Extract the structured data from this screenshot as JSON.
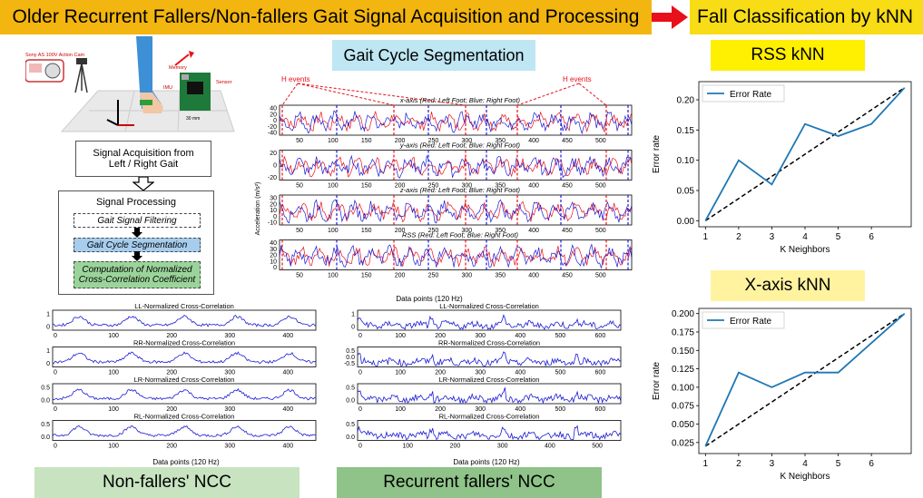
{
  "header": {
    "left_title": "Older Recurrent Fallers/Non-fallers Gait Signal Acquisition and Processing",
    "right_title": "Fall Classification by kNN"
  },
  "colors": {
    "orange": "#f3b50f",
    "yellow": "#f7dc16",
    "arrow": "#e8101a",
    "blue": "#1f77b4",
    "light_green": "#c7e3c0",
    "dark_green": "#8fc389",
    "light_blue": "#bfe6f3"
  },
  "device": {
    "camera_label": "Sony AS 100V Action Cam",
    "memory_label": "Memory",
    "imu_label": "IMU",
    "sensor_label": "Sensor",
    "dim_30mm_v": "30 mm",
    "dim_30mm_h": "30 mm"
  },
  "flow": {
    "acquisition_line1": "Signal Acquisition from",
    "acquisition_line2": "Left / Right Gait",
    "processing_title": "Signal Processing",
    "step1": "Gait Signal Filtering",
    "step2": "Gait Cycle Segmentation",
    "step3_line1": "Computation of Normalized",
    "step3_line2": "Cross-Correlation Coefficient"
  },
  "segmentation": {
    "title": "Gait Cycle Segmentation",
    "h_events": "H events",
    "ylabel": "Acceleration (m/s²)",
    "xlabel": "Data points (120 Hz)",
    "panels": [
      {
        "title": "x-axis (Red: Left Foot; Blue: Right Foot)",
        "yticks": [
          "40",
          "20",
          "0",
          "-20",
          "-40"
        ]
      },
      {
        "title": "y-axis (Red: Left Foot; Blue: Right Foot)",
        "yticks": [
          "20",
          "0",
          "-20"
        ]
      },
      {
        "title": "z-axis (Red: Left Foot; Blue: Right Foot)",
        "yticks": [
          "30",
          "20",
          "10",
          "0",
          "-10"
        ]
      },
      {
        "title": "RSS (Red: Left Foot; Blue: Right Foot)",
        "yticks": [
          "40",
          "30",
          "20",
          "10",
          "0"
        ]
      }
    ],
    "xticks": [
      "50",
      "100",
      "150",
      "200",
      "250",
      "300",
      "350",
      "400",
      "450",
      "500"
    ]
  },
  "ncc": {
    "xlabel": "Data points (120 Hz)",
    "titles": [
      "LL-Normalized Cross-Correlation",
      "RR-Normalized Cross-Correlation",
      "LR-Normalized Cross-Correlation",
      "RL-Normalized Cross-Correlation"
    ],
    "nonfallers_xticks": [
      "0",
      "100",
      "200",
      "300",
      "400"
    ],
    "fallers_xticks_top": [
      "0",
      "100",
      "200",
      "300",
      "400",
      "500",
      "600"
    ],
    "fallers_xticks_bottom": [
      "0",
      "100",
      "200",
      "300",
      "400",
      "500"
    ],
    "nonfallers_yticks": [
      [
        "1",
        "0"
      ],
      [
        "1",
        "0"
      ],
      [
        "0.5",
        "0.0"
      ],
      [
        "0.5",
        "0.0"
      ]
    ],
    "fallers_yticks": [
      [
        "1",
        "0"
      ],
      [
        "0.5",
        "0.0",
        "-0.5"
      ],
      [
        "0.5",
        "0.0"
      ],
      [
        "0.5",
        "0.0"
      ]
    ],
    "nonfallers_label": "Non-fallers' NCC",
    "fallers_label": "Recurrent fallers' NCC"
  },
  "knn": {
    "rss_title": "RSS kNN",
    "xaxis_title": "X-axis kNN",
    "legend": "Error Rate",
    "xlabel": "K Neighbors",
    "ylabel": "Error rate"
  },
  "chart_data": [
    {
      "type": "line",
      "title": "RSS kNN",
      "xlabel": "K Neighbors",
      "ylabel": "Error rate",
      "x": [
        1,
        2,
        3,
        4,
        5,
        6,
        7
      ],
      "series": [
        {
          "name": "Error Rate",
          "values": [
            0.0,
            0.1,
            0.06,
            0.16,
            0.14,
            0.16,
            0.22
          ]
        }
      ],
      "reference_line": [
        [
          1,
          0.0
        ],
        [
          7,
          0.22
        ]
      ],
      "xticks": [
        1,
        2,
        3,
        4,
        5,
        6
      ],
      "yticks": [
        0.0,
        0.05,
        0.1,
        0.15,
        0.2
      ],
      "ytick_labels": [
        "0.00",
        "0.05",
        "0.10",
        "0.15",
        "0.20"
      ],
      "xlim": [
        0.8,
        7.2
      ],
      "ylim": [
        -0.01,
        0.23
      ],
      "legend": "top-left"
    },
    {
      "type": "line",
      "title": "X-axis kNN",
      "xlabel": "K Neighbors",
      "ylabel": "Error rate",
      "x": [
        1,
        2,
        3,
        4,
        5,
        6,
        7
      ],
      "series": [
        {
          "name": "Error Rate",
          "values": [
            0.02,
            0.12,
            0.1,
            0.12,
            0.12,
            0.16,
            0.2
          ]
        }
      ],
      "reference_line": [
        [
          1,
          0.02
        ],
        [
          7,
          0.2
        ]
      ],
      "xticks": [
        1,
        2,
        3,
        4,
        5,
        6
      ],
      "yticks": [
        0.025,
        0.05,
        0.075,
        0.1,
        0.125,
        0.15,
        0.175,
        0.2
      ],
      "ytick_labels": [
        "0.025",
        "0.050",
        "0.075",
        "0.100",
        "0.125",
        "0.150",
        "0.175",
        "0.200"
      ],
      "xlim": [
        0.8,
        7.2
      ],
      "ylim": [
        0.01,
        0.207
      ],
      "legend": "top-left"
    }
  ]
}
